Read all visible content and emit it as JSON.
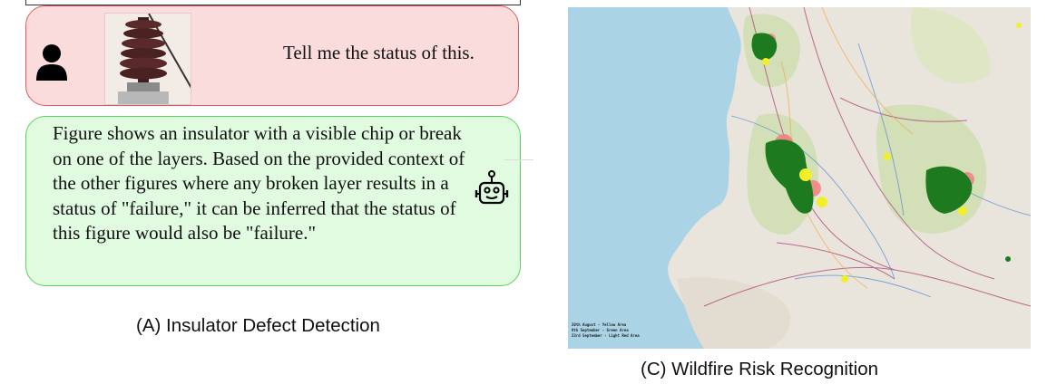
{
  "panel_a": {
    "user": {
      "avatar_icon": "user-silhouette-icon",
      "image_subject": "insulator photo",
      "message": "Tell me the status of this."
    },
    "assistant": {
      "avatar_icon": "robot-icon",
      "message": "Figure shows an insulator with a visible chip or break on one of the layers. Based on the provided context of the other figures where any broken layer results in a status of \"failure,\" it can be inferred that the status of this figure would also be \"failure.\""
    },
    "caption": "(A) Insulator Defect Detection",
    "colors": {
      "user_bg": "#fbdcdc",
      "user_border": "#e05a5a",
      "assistant_bg": "#e0fbe0",
      "assistant_border": "#5ad25a"
    }
  },
  "panel_c": {
    "legend": [
      "20th August - Yellow Area",
      "9th September - Green Area",
      "23rd September - Light Red Area"
    ],
    "caption": "(C) Wildfire Risk Recognition",
    "colors": {
      "ocean": "#aad3e6",
      "land": "#e9e5dc",
      "forest": "#d2dfb7",
      "green_area": "#1e7a1e",
      "yellow_area": "#f3ee2a",
      "light_red_area": "#f28080"
    }
  }
}
